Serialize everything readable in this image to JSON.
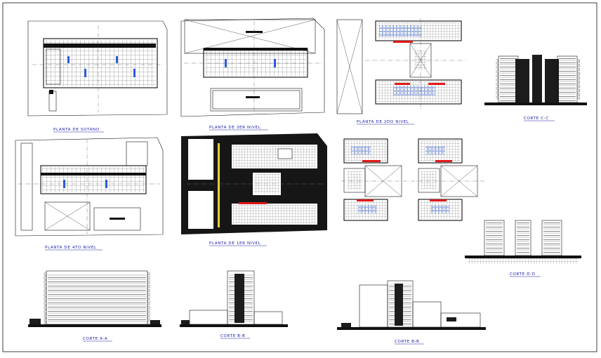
{
  "sheet": {
    "labels": {
      "planta_sotano": "PLANTA DE SOTANO",
      "planta_3er": "PLANTA DE 3ER NIVEL",
      "planta_2do": "PLANTA DE 2DO NIVEL",
      "corte_c": "CORTE C-C",
      "planta_4to": "PLANTA DE 4TO NIVEL",
      "planta_1er": "PLANTA DE 1ER NIVEL",
      "corte_d": "CORTE D-D",
      "corte_a": "CORTE A-A",
      "corte_b1": "CORTE B-B",
      "corte_b2": "CORTE B-B"
    },
    "colors": {
      "ink": "#111111",
      "label": "#1a1aa8",
      "accent_blue": "#2a5bd7",
      "accent_red": "#e01818",
      "dark_fill": "#1c1c1c"
    }
  }
}
